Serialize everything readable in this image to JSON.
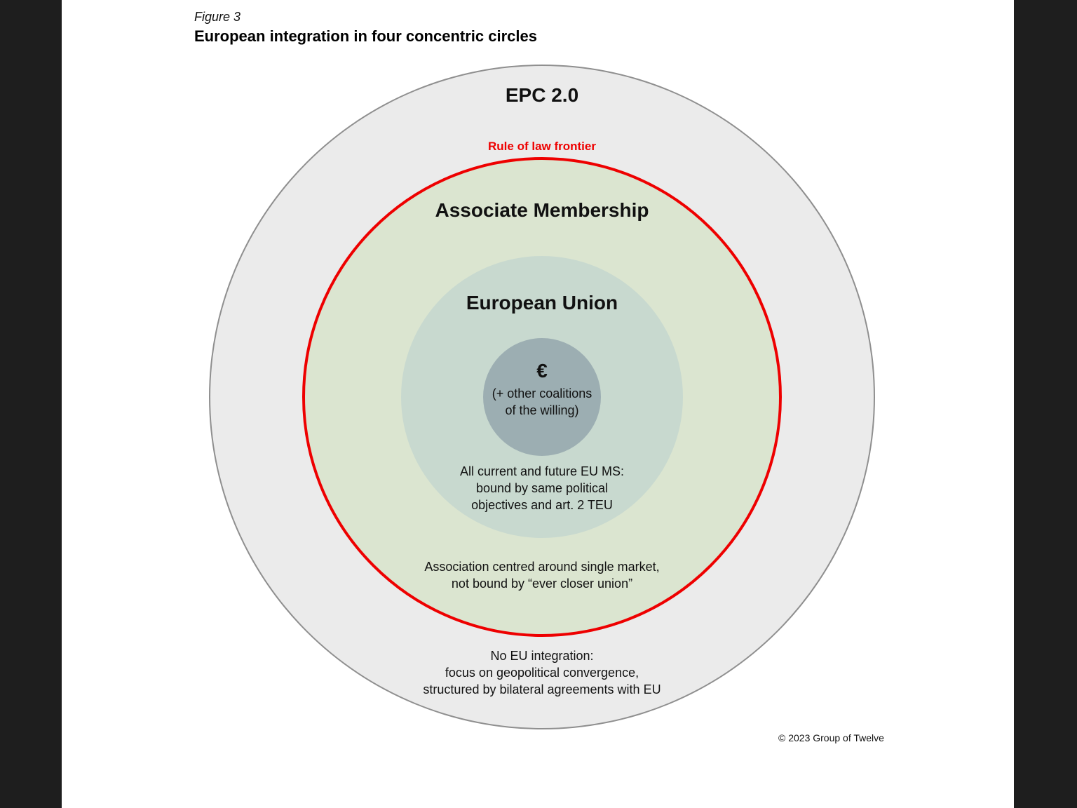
{
  "figure": {
    "label": "Figure 3",
    "title": "European integration in four concentric circles"
  },
  "circles": {
    "epc": {
      "title": "EPC 2.0",
      "description": [
        "No EU integration:",
        "focus on geopolitical convergence,",
        "structured by bilateral agreements with EU"
      ],
      "fill": "#ebebeb",
      "border": "#8f8f8f"
    },
    "frontier": {
      "label": "Rule of law frontier",
      "color": "#ee0000"
    },
    "associate": {
      "title": "Associate Membership",
      "description": [
        "Association centred around single market,",
        "not bound by “ever closer union”"
      ],
      "fill": "#dbe5d0"
    },
    "eu": {
      "title": "European Union",
      "description": [
        "All current and future EU MS:",
        "bound by same political",
        "objectives and art. 2 TEU"
      ],
      "fill": "#c8d9cf"
    },
    "euro": {
      "title": "€",
      "description": [
        "(+ other coalitions",
        "of the willing)"
      ],
      "fill": "#9caeb2"
    }
  },
  "copyright": "© 2023 Group of Twelve"
}
